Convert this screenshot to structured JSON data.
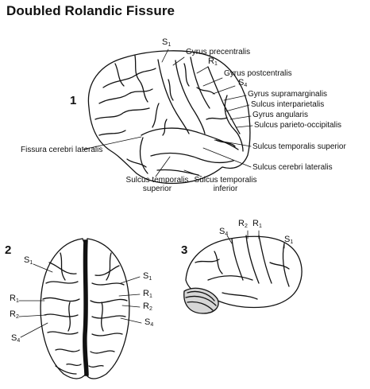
{
  "title": "Doubled Rolandic Fissure",
  "panel_numbers": [
    "1",
    "2",
    "3"
  ],
  "panel1": {
    "S1": {
      "base": "S",
      "sub": "1"
    },
    "R1": {
      "base": "R",
      "sub": "1"
    },
    "S4": {
      "base": "S",
      "sub": "4"
    },
    "gyrus_precentralis": "Gyrus precentralis",
    "gyrus_postcentralis": "Gyrus postcentralis",
    "gyrus_supramarginalis": "Gyrus supramarginalis",
    "sulcus_interparietalis": "Sulcus interparietalis",
    "gyrus_angularis": "Gyrus angularis",
    "sulcus_parieto_occipitalis": "Sulcus parieto-occipitalis",
    "sulcus_temporalis_superior_right": "Sulcus temporalis superior",
    "sulcus_cerebri_lateralis": "Sulcus cerebri lateralis",
    "fissura_cerebri_lateralis": "Fissura cerebri lateralis",
    "sulcus_temporalis_superior_bottom": [
      "Sulcus temporalis",
      "superior"
    ],
    "sulcus_temporalis_inferior": [
      "Sulcus temporalis",
      "inferior"
    ]
  },
  "panel2": {
    "left": [
      {
        "base": "S",
        "sub": "1"
      },
      {
        "base": "R",
        "sub": "1"
      },
      {
        "base": "R",
        "sub": "2"
      },
      {
        "base": "S",
        "sub": "4"
      }
    ],
    "right": [
      {
        "base": "S",
        "sub": "1"
      },
      {
        "base": "R",
        "sub": "1"
      },
      {
        "base": "R",
        "sub": "2"
      },
      {
        "base": "S",
        "sub": "4"
      }
    ]
  },
  "panel3": [
    {
      "base": "S",
      "sub": "4"
    },
    {
      "base": "R",
      "sub": "2"
    },
    {
      "base": "R",
      "sub": "1"
    },
    {
      "base": "S",
      "sub": "1"
    }
  ],
  "colors": {
    "ink": "#111111",
    "background": "#ffffff"
  }
}
